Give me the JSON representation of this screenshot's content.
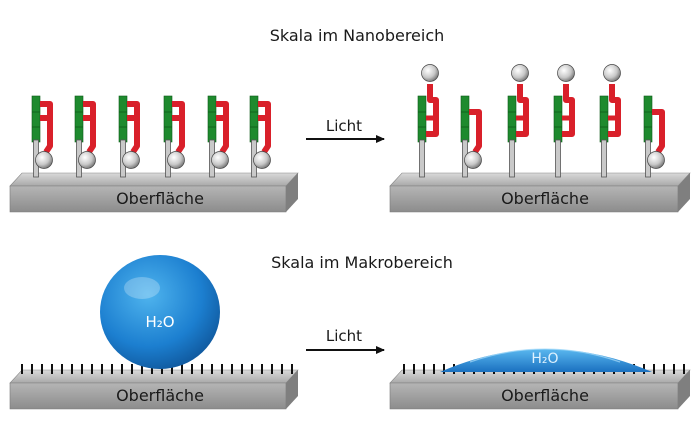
{
  "nano": {
    "heading": "Skala im Nanobereich",
    "arrow_label": "Licht",
    "surface_left": "Oberfläche",
    "surface_right": "Oberfläche"
  },
  "macro": {
    "heading": "Skala im Makrobereich",
    "arrow_label": "Licht",
    "surface_left": "Oberfläche",
    "surface_right": "Oberfläche",
    "drop_left": "H₂O",
    "drop_right": "H₂O"
  },
  "colors": {
    "green": "#1e8a2e",
    "red": "#d9202a",
    "slab_top": "#c4c4c4",
    "slab_front": "#9a9a9a",
    "water": "#1c7fd0",
    "ball": "#d8d8d8"
  },
  "icons": {
    "arrow": "arrow-right-icon",
    "molecule": "molecule-icon",
    "drop": "water-drop-icon"
  }
}
